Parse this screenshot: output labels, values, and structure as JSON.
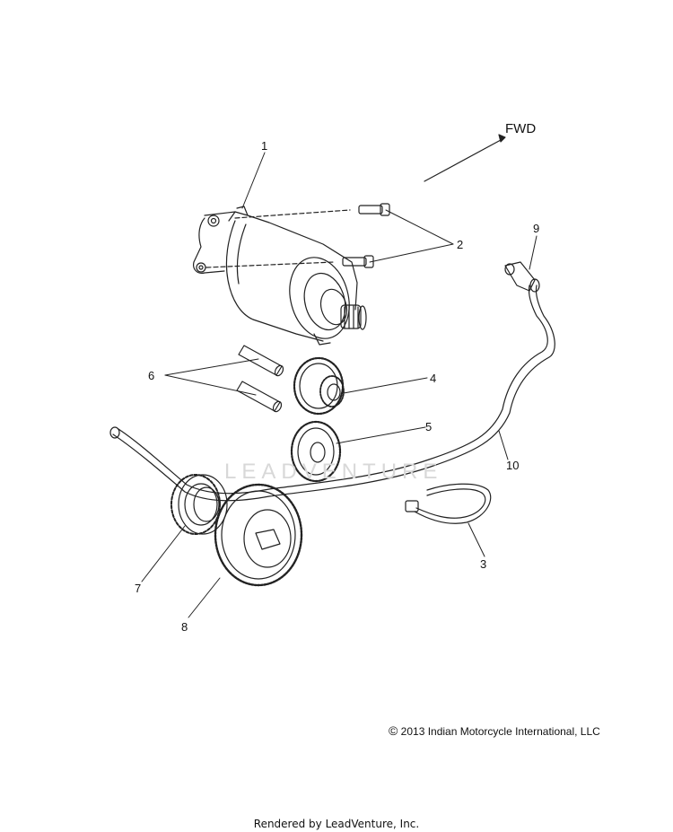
{
  "diagram": {
    "direction_label": "FWD",
    "callouts": [
      "1",
      "2",
      "3",
      "4",
      "5",
      "6",
      "7",
      "8",
      "9",
      "10"
    ],
    "watermark": "LEADVENTURE",
    "copyright_symbol": "©",
    "copyright_text": "2013 Indian Motorcycle International, LLC",
    "footer": "Rendered by LeadVenture, Inc."
  },
  "colors": {
    "line": "#222222",
    "watermark": "#d8d8d8"
  }
}
